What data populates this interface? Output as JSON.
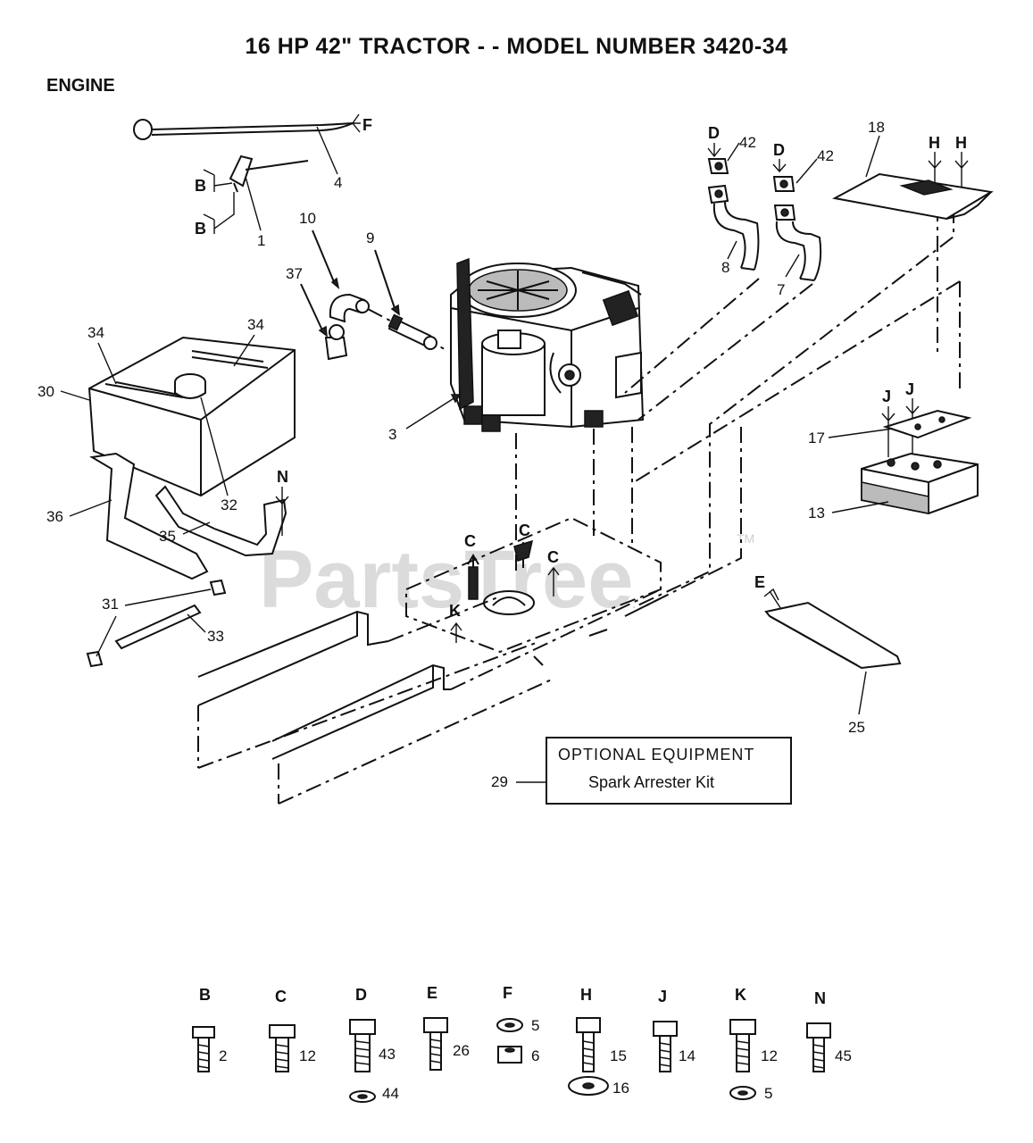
{
  "title": "16 HP 42\" TRACTOR - - MODEL NUMBER 3420-34",
  "section": "ENGINE",
  "watermark": "PartsTree",
  "watermark_tm": "TM",
  "callouts": {
    "p1": "1",
    "p3": "3",
    "p4": "4",
    "p7": "7",
    "p8": "8",
    "p9": "9",
    "p10": "10",
    "p13": "13",
    "p17": "17",
    "p18": "18",
    "p25": "25",
    "p29": "29",
    "p30": "30",
    "p31": "31",
    "p32": "32",
    "p33": "33",
    "p34a": "34",
    "p34b": "34",
    "p35": "35",
    "p36": "36",
    "p37": "37",
    "p42a": "42",
    "p42b": "42"
  },
  "refs": {
    "f": "F",
    "b1": "B",
    "b2": "B",
    "d1": "D",
    "d2": "D",
    "h1": "H",
    "h2": "H",
    "j1": "J",
    "j2": "J",
    "n": "N",
    "c1": "C",
    "c2": "C",
    "c3": "C",
    "k": "K",
    "e": "E"
  },
  "optional": {
    "heading": "OPTIONAL EQUIPMENT",
    "item": "Spark Arrester Kit"
  },
  "hardware": [
    {
      "letter": "B",
      "parts": [
        "2"
      ]
    },
    {
      "letter": "C",
      "parts": [
        "12"
      ]
    },
    {
      "letter": "D",
      "parts": [
        "43",
        "44"
      ]
    },
    {
      "letter": "E",
      "parts": [
        "26"
      ]
    },
    {
      "letter": "F",
      "parts": [
        "5",
        "6"
      ]
    },
    {
      "letter": "H",
      "parts": [
        "15",
        "16"
      ]
    },
    {
      "letter": "J",
      "parts": [
        "14"
      ]
    },
    {
      "letter": "K",
      "parts": [
        "12",
        "5"
      ]
    },
    {
      "letter": "N",
      "parts": [
        "45"
      ]
    }
  ]
}
